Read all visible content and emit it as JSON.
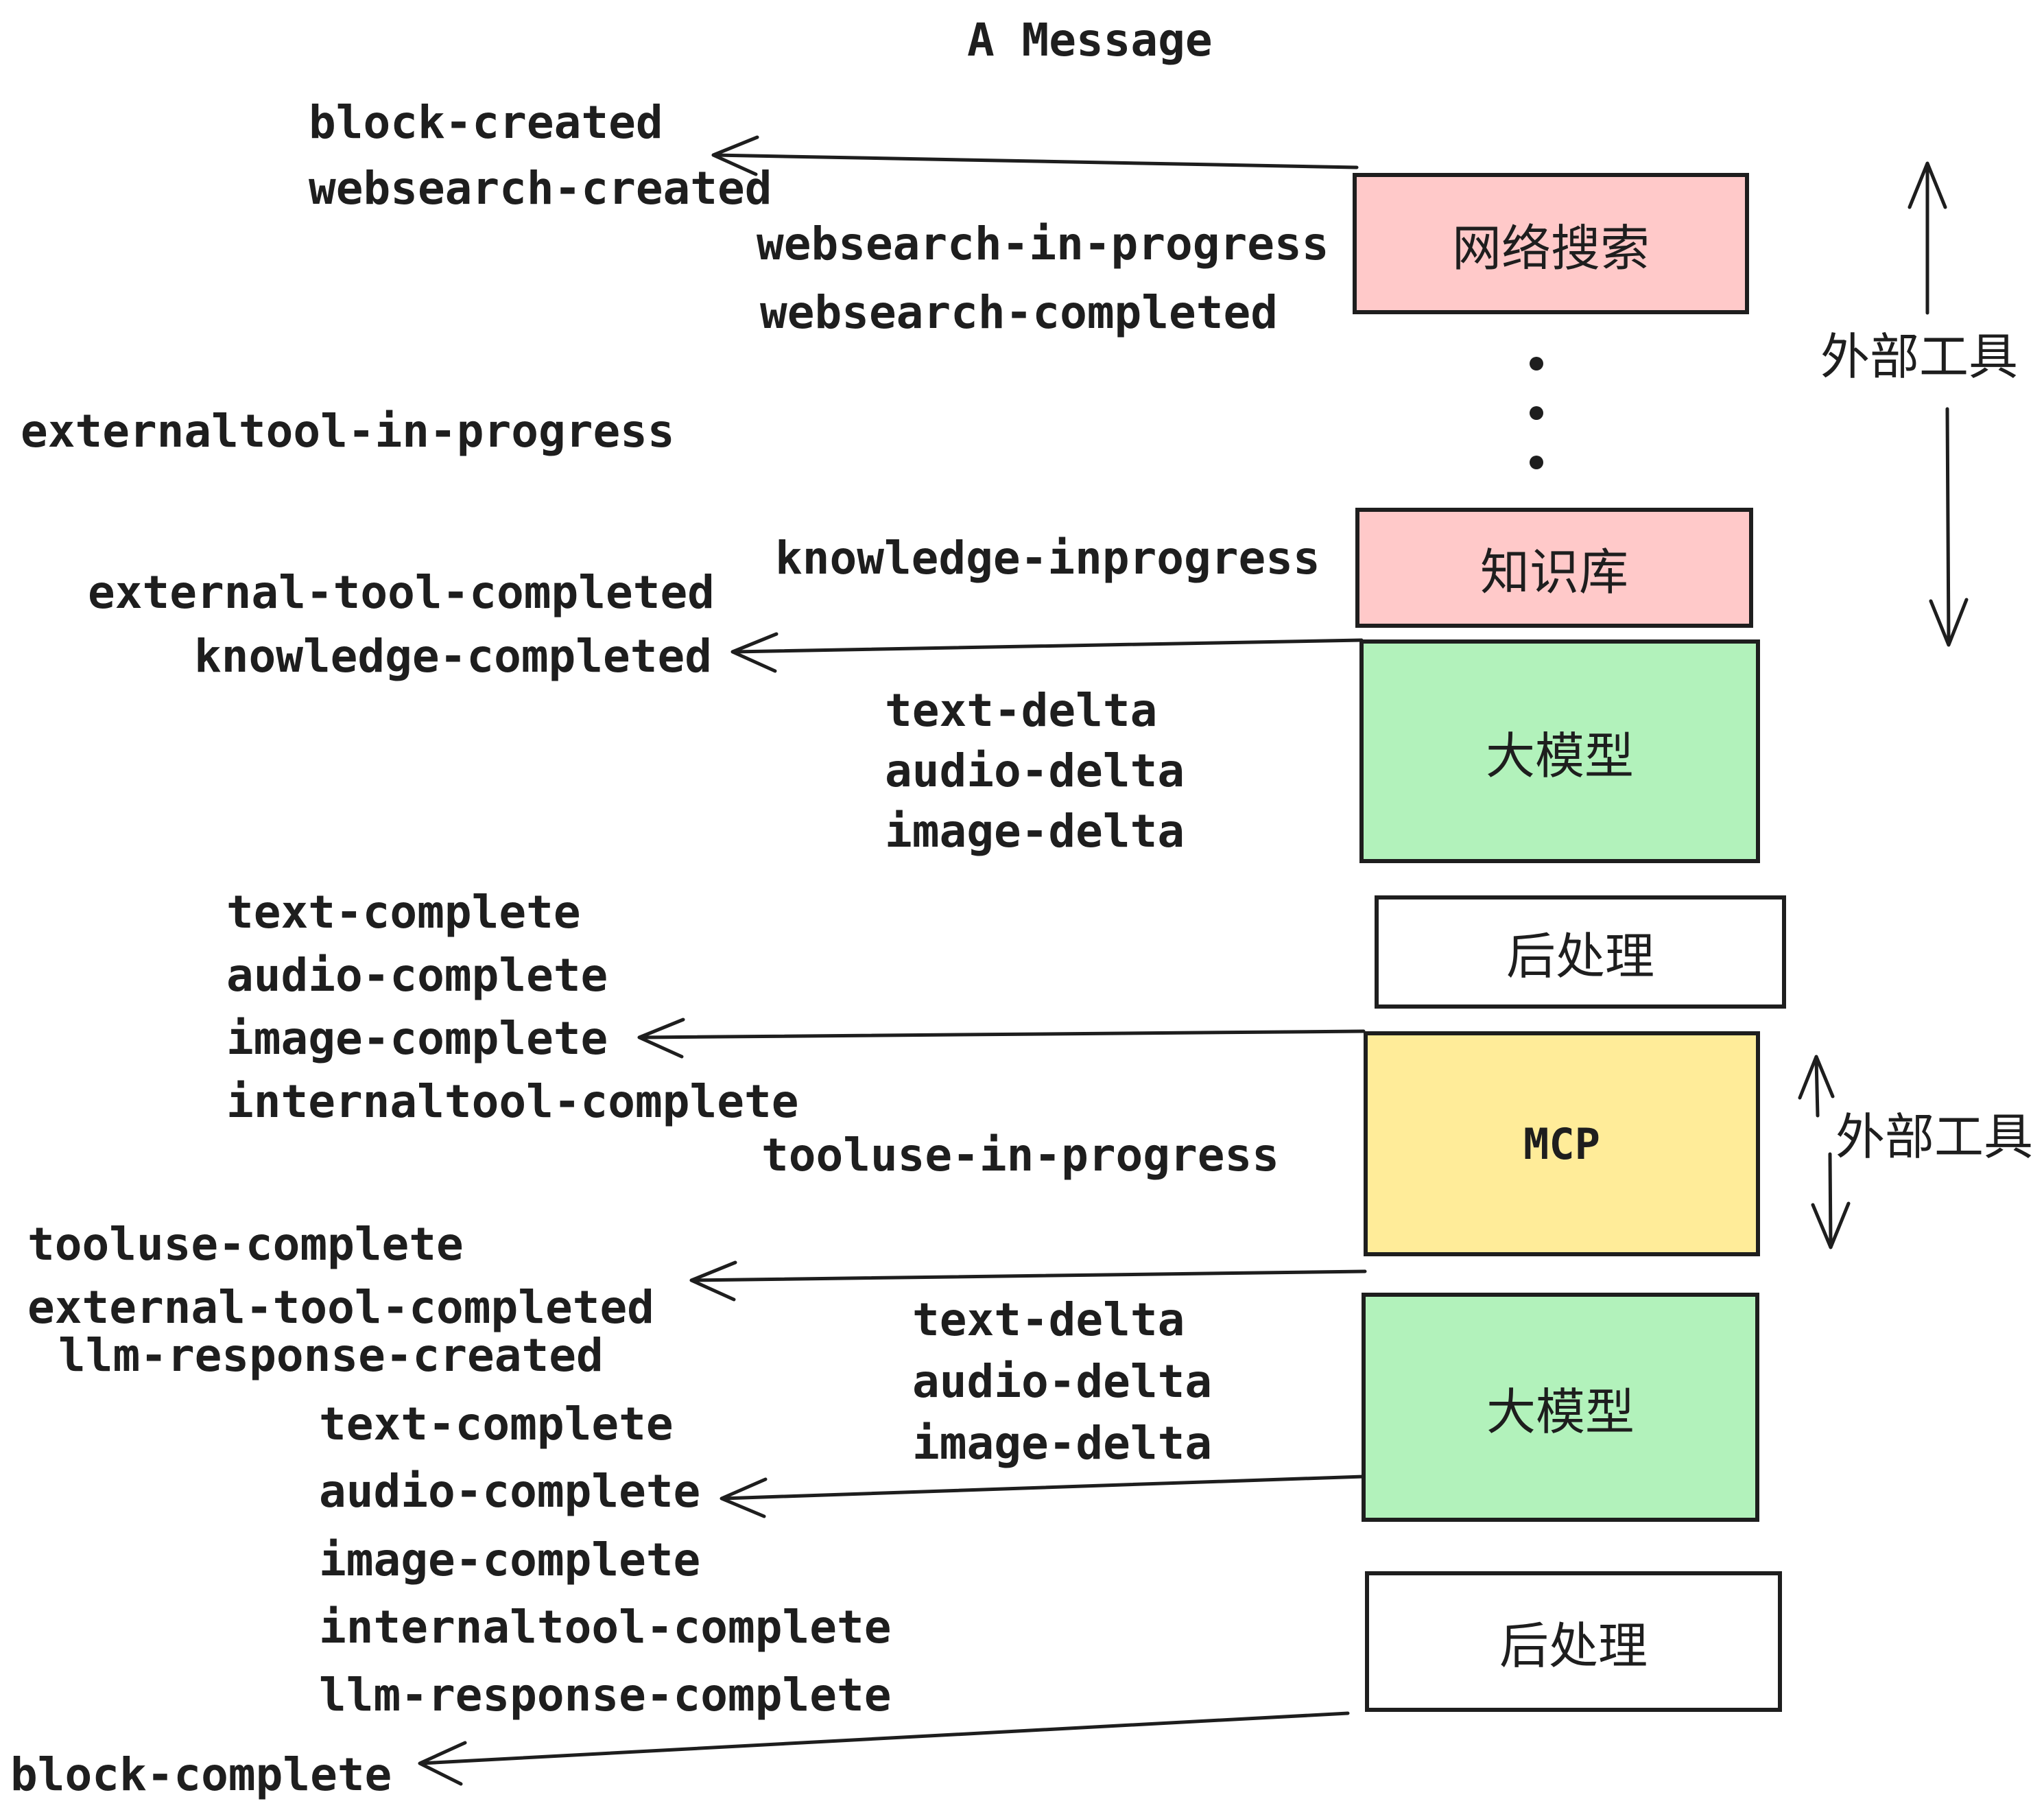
{
  "title": "A Message",
  "events": {
    "block_created": "block-created",
    "websearch_created": "websearch-created",
    "websearch_in_progress": "websearch-in-progress",
    "websearch_completed": "websearch-completed",
    "externaltool_in_progress": "externaltool-in-progress",
    "external_tool_completed_a": "external-tool-completed",
    "knowledge_inprogress": "knowledge-inprogress",
    "knowledge_completed": "knowledge-completed",
    "text_delta_a": "text-delta",
    "audio_delta_a": "audio-delta",
    "image_delta_a": "image-delta",
    "text_complete_a": "text-complete",
    "audio_complete_a": "audio-complete",
    "image_complete_a": "image-complete",
    "internaltool_complete_a": "internaltool-complete",
    "tooluse_in_progress": "tooluse-in-progress",
    "tooluse_complete": "tooluse-complete",
    "external_tool_completed_b": "external-tool-completed",
    "llm_response_created": "llm-response-created",
    "text_delta_b": "text-delta",
    "audio_delta_b": "audio-delta",
    "image_delta_b": "image-delta",
    "text_complete_b": "text-complete",
    "audio_complete_b": "audio-complete",
    "image_complete_b": "image-complete",
    "internaltool_complete_b": "internaltool-complete",
    "llm_response_complete": "llm-response-complete",
    "block_complete": "block-complete"
  },
  "boxes": [
    {
      "id": "websearch",
      "label": "网络搜索",
      "fill": "#ffc9c9"
    },
    {
      "id": "knowledge",
      "label": "知识库",
      "fill": "#ffc9c9"
    },
    {
      "id": "llm-1",
      "label": "大模型",
      "fill": "#b2f2bb"
    },
    {
      "id": "post-1",
      "label": "后处理",
      "fill": "#ffffff"
    },
    {
      "id": "mcp",
      "label": "MCP",
      "fill": "#ffec99"
    },
    {
      "id": "llm-2",
      "label": "大模型",
      "fill": "#b2f2bb"
    },
    {
      "id": "post-2",
      "label": "后处理",
      "fill": "#ffffff"
    }
  ],
  "annotations": {
    "external_tools_top": "外部工具",
    "external_tools_bottom": "外部工具"
  },
  "colors": {
    "stroke": "#1e1e1e",
    "pink": "#ffc9c9",
    "green": "#b2f2bb",
    "yellow": "#ffec99",
    "white": "#ffffff"
  }
}
